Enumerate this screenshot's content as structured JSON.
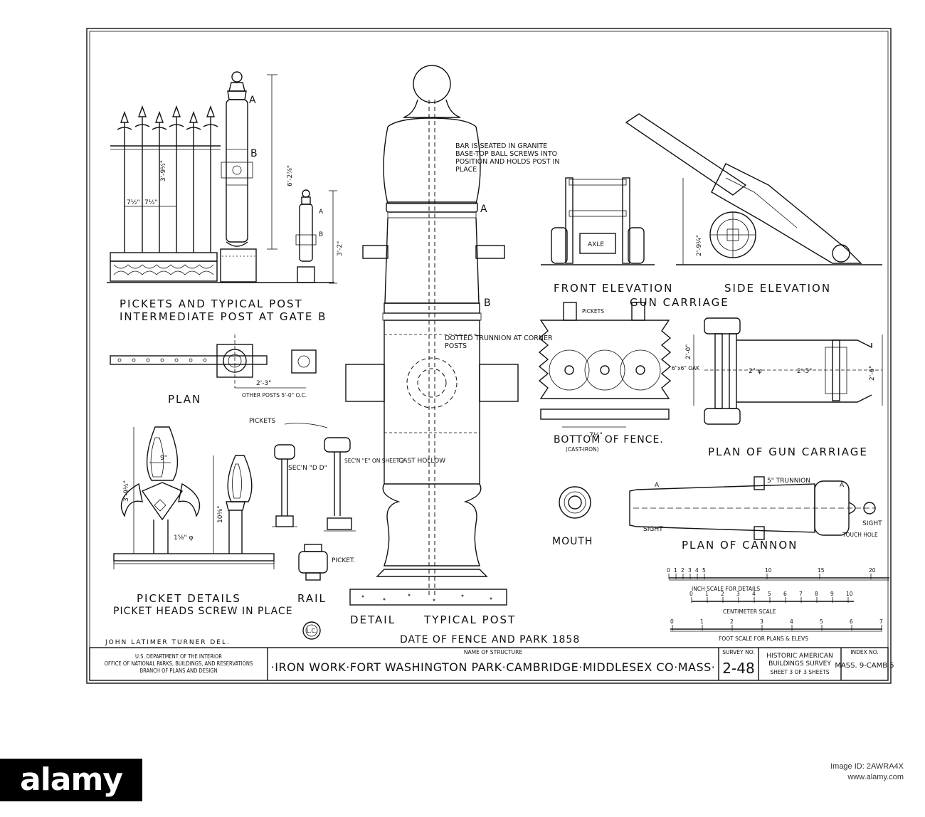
{
  "drawing": {
    "post_label_a": "A",
    "post_label_b": "B",
    "dim_post_height": "6'-2⅞\"",
    "dim_picket_height": "3'-9½\"",
    "dim_small_post": "3'-2\"",
    "dim_gun_height": "2'-9¼\"",
    "dim_spacing": "7½\"",
    "pickets_caption_1": "PICKETS AND TYPICAL POST",
    "pickets_caption_2": "INTERMEDIATE POST AT GATE B",
    "plan_label": "PLAN",
    "plan_dim": "2'-3\"",
    "plan_note": "OTHER POSTS 5'-0\" O.C.",
    "picket_details_label": "PICKET DETAILS",
    "picket_heads_note": "PICKET HEADS SCREW IN PLACE",
    "rail_label": "RAIL",
    "picket_dim_1": "9\"",
    "picket_dim_2": "10⅜\"",
    "picket_dim_phi": "1⅝\" φ",
    "pickets_callout": "PICKETS",
    "sec_dd": "SEC'N \"D D\"",
    "sec_ee": "SEC'N \"E\" ON SHEET-2",
    "picket_callout": "PICKET.",
    "bar_note": "BAR IS SEATED IN GRANITE BASE-TOP BALL SCREWS INTO POSITION AND HOLDS POST IN PLACE",
    "dotted_trunnion_note": "DOTTED TRUNNION AT CORNER POSTS",
    "cast_hollow_note": "CAST HOLLOW",
    "detail_label": "DETAIL",
    "typical_post_label": "TYPICAL POST",
    "date_note": "DATE OF FENCE AND PARK 1858",
    "axle_label": "AXLE",
    "front_elevation_label": "FRONT ELEVATION",
    "side_elevation_label": "SIDE ELEVATION",
    "gun_carriage_label": "GUN CARRIAGE",
    "pickets_dim_label": "PICKETS",
    "fence_dim": "7½\"",
    "oak_note": "6\"x6\" OAK",
    "bottom_fence_label": "BOTTOM OF FENCE.",
    "cast_iron_note": "(CAST-IRON)",
    "carriage_dim_1": "2\" φ",
    "carriage_dim_2": "2'-5\"",
    "carriage_dim_3": "2'-6\"",
    "carriage_dim_4": "2'-0\"",
    "plan_gun_carriage_label": "PLAN OF GUN CARRIAGE",
    "mouth_label": "MOUTH",
    "trunnion_callout": "5\" TRUNNION",
    "sight_label": "SIGHT",
    "touch_hole_label": "TOUCH HOLE",
    "plan_cannon_label": "PLAN OF CANNON",
    "inch_scale_ticks": [
      "0",
      "1",
      "2",
      "3",
      "4",
      "5",
      "10",
      "15",
      "20"
    ],
    "inch_scale_label": "INCH SCALE FOR DETAILS",
    "cm_scale_ticks": [
      "0",
      "1",
      "2",
      "3",
      "4",
      "5",
      "6",
      "7",
      "8",
      "9",
      "10"
    ],
    "cm_scale_label": "CENTIMETER SCALE",
    "foot_scale_ticks": [
      "0",
      "1",
      "2",
      "3",
      "4",
      "5",
      "6",
      "7"
    ],
    "foot_scale_label": "FOOT SCALE FOR PLANS & ELEVS",
    "delineator": "JOHN LATIMER TURNER DEL.",
    "lc_stamp": "L.C."
  },
  "title_block": {
    "agency_1": "U.S. DEPARTMENT OF THE INTERIOR",
    "agency_2": "OFFICE OF NATIONAL PARKS, BUILDINGS, AND RESERVATIONS",
    "agency_3": "BRANCH OF PLANS AND DESIGN",
    "structure_caption": "NAME OF STRUCTURE",
    "structure_name": "·IRON WORK·FORT WASHINGTON PARK·CAMBRIDGE·MIDDLESEX CO·MASS·",
    "survey_caption": "SURVEY NO.",
    "survey_no": "2-48",
    "habs_1": "HISTORIC AMERICAN",
    "habs_2": "BUILDINGS SURVEY",
    "sheet_info": "SHEET 3 OF 3 SHEETS",
    "index_caption": "INDEX NO.",
    "index_no": "MASS. 9-CAMB 5"
  },
  "watermark": {
    "logo": "alamy",
    "image_id": "Image ID: 2AWRA4X",
    "site": "www.alamy.com"
  }
}
